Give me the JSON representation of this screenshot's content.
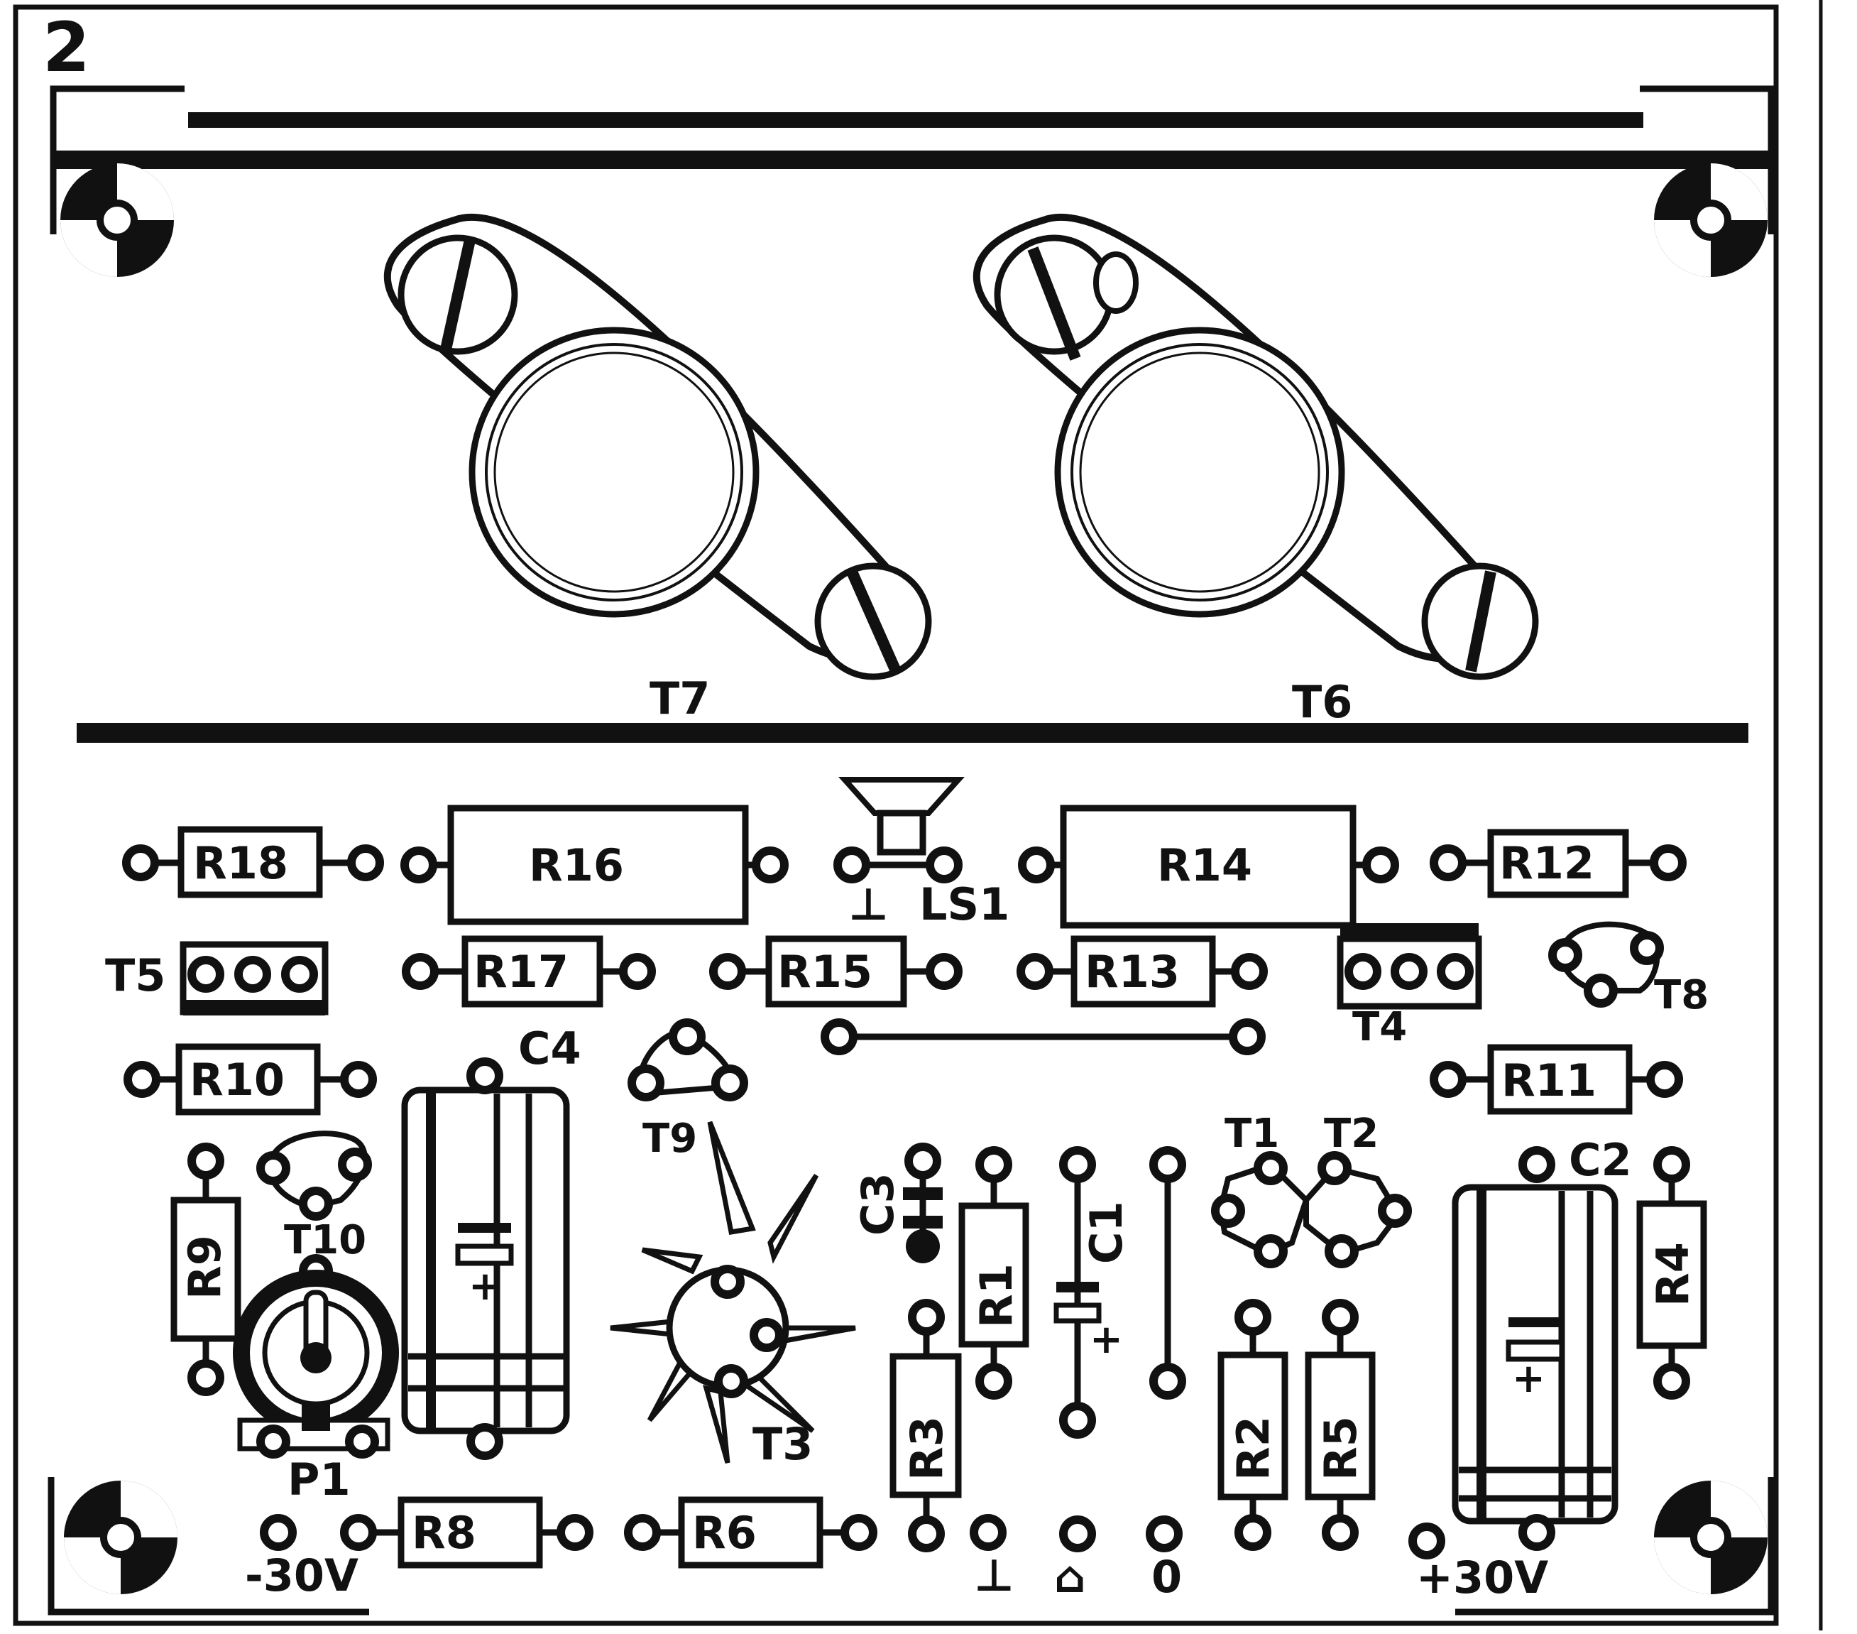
{
  "figure_number": "2",
  "components": {
    "T7": "T7",
    "T6": "T6",
    "R18": "R18",
    "R16": "R16",
    "LS1": "LS1",
    "ground_top": "⊥",
    "R14": "R14",
    "R12": "R12",
    "T5": "T5",
    "R17": "R17",
    "R15": "R15",
    "R13": "R13",
    "T4": "T4",
    "T8": "T8",
    "R10": "R10",
    "C4": "C4",
    "T9": "T9",
    "R11": "R11",
    "T10": "T10",
    "R9": "R9",
    "P1": "P1",
    "T3": "T3",
    "C3": "C3",
    "R1": "R1",
    "C1": "C1",
    "T1": "T1",
    "T2": "T2",
    "C2": "C2",
    "R4": "R4",
    "R3": "R3",
    "R2": "R2",
    "R5": "R5",
    "R8": "R8",
    "R6": "R6",
    "plus_sign": "+"
  },
  "terminals": {
    "minus_30v": "-30V",
    "ground": "⊥",
    "input": "⌂",
    "zero": "0",
    "plus_30v": "+30V"
  },
  "colors": {
    "ink": "#111111",
    "paper": "#ffffff"
  }
}
